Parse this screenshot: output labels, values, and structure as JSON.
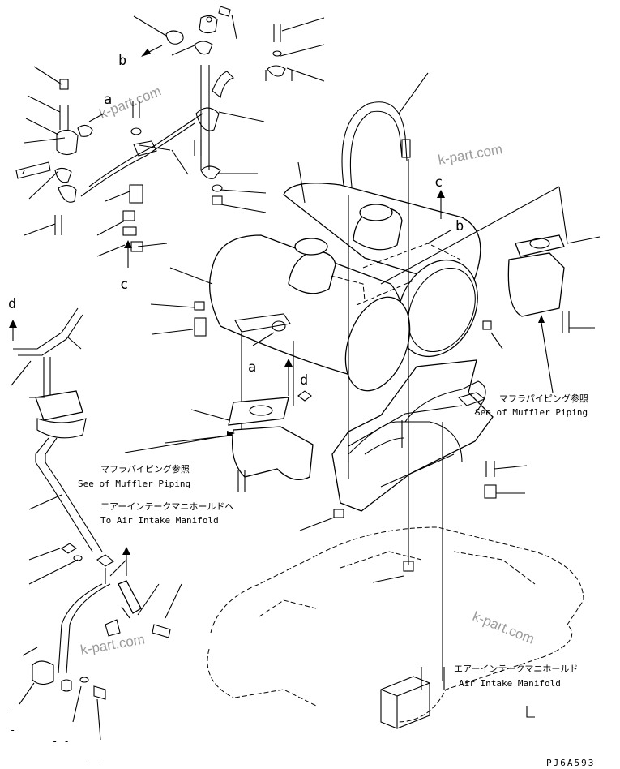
{
  "drawing": {
    "code": "PJ6A593",
    "watermarks": [
      "k-part.com",
      "k-part.com",
      "k-part.com",
      "k-part.com"
    ],
    "ref_letters": [
      "a",
      "b",
      "c",
      "d"
    ],
    "callouts": {
      "muffler_piping_right": {
        "jp": "マフラパイピング参照",
        "en": "See of Muffler Piping"
      },
      "muffler_piping_center": {
        "jp": "マフラパイピング参照",
        "en": "See of Muffler Piping"
      },
      "to_intake_manifold": {
        "jp": "エアーインテークマニホールドへ",
        "en": "To Air Intake Manifold"
      },
      "intake_manifold": {
        "jp": "エアーインテークマニホールド",
        "en": "Air Intake Manifold"
      }
    },
    "line_color": "#000000",
    "watermark_color": "#9a9a9a"
  }
}
